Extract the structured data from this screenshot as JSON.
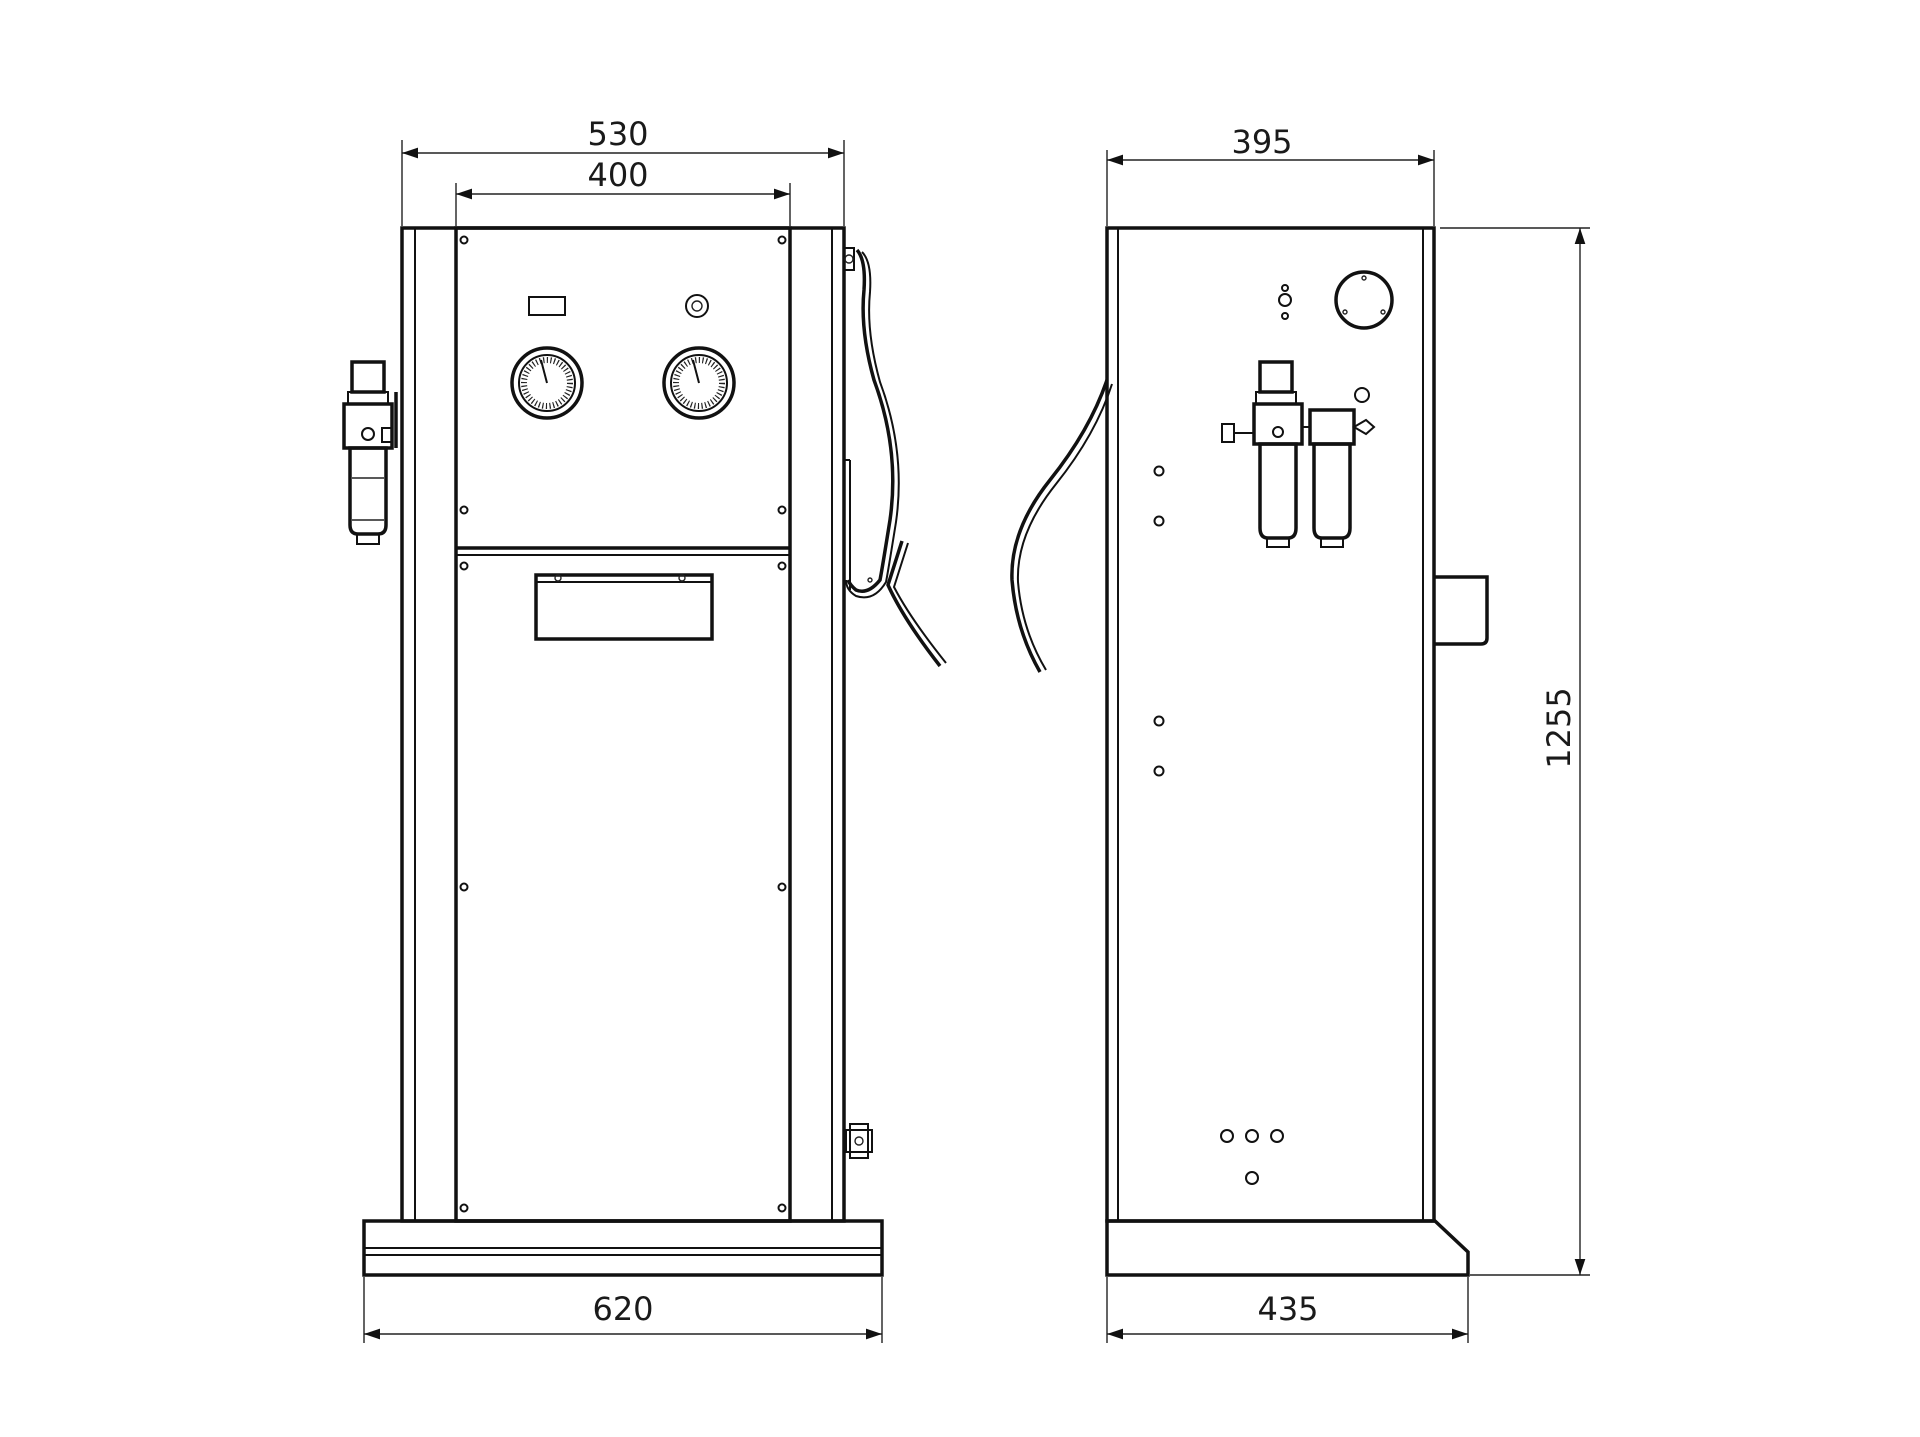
{
  "dimensions": {
    "front_outer_width": "530",
    "front_panel_width": "400",
    "front_base_width": "620",
    "side_width": "395",
    "side_base_width": "435",
    "height": "1255"
  }
}
